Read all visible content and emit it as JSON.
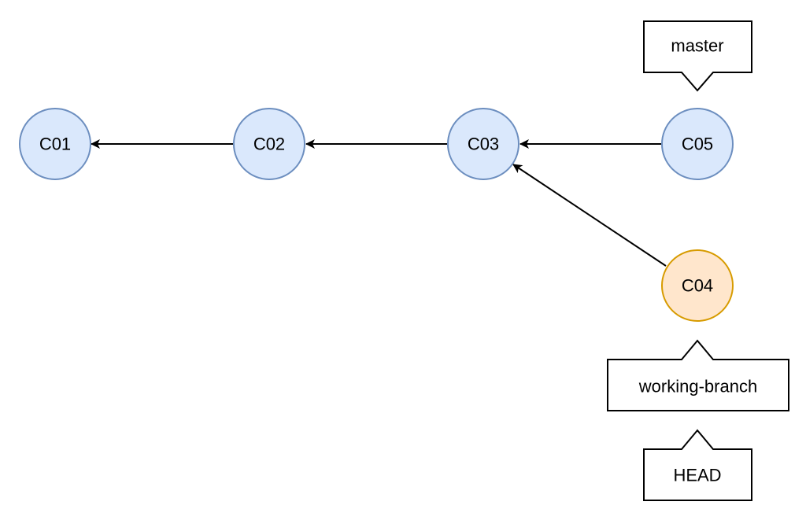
{
  "commits": [
    {
      "id": "c01",
      "label": "C01",
      "kind": "default"
    },
    {
      "id": "c02",
      "label": "C02",
      "kind": "default"
    },
    {
      "id": "c03",
      "label": "C03",
      "kind": "default"
    },
    {
      "id": "c05",
      "label": "C05",
      "kind": "default"
    },
    {
      "id": "c04",
      "label": "C04",
      "kind": "highlight"
    }
  ],
  "edges": [
    {
      "from": "c02",
      "to": "c01"
    },
    {
      "from": "c03",
      "to": "c02"
    },
    {
      "from": "c05",
      "to": "c03"
    },
    {
      "from": "c04",
      "to": "c03"
    }
  ],
  "refs": [
    {
      "id": "master",
      "label": "master",
      "target": "c05"
    },
    {
      "id": "working-branch",
      "label": "working-branch",
      "target": "c04"
    },
    {
      "id": "head",
      "label": "HEAD",
      "target": "working-branch"
    }
  ],
  "colors": {
    "default_fill": "#dae8fc",
    "default_stroke": "#6c8ebf",
    "highlight_fill": "#ffe6cc",
    "highlight_stroke": "#d79b00",
    "edge": "#000000",
    "callout_fill": "#ffffff",
    "callout_stroke": "#000000"
  }
}
